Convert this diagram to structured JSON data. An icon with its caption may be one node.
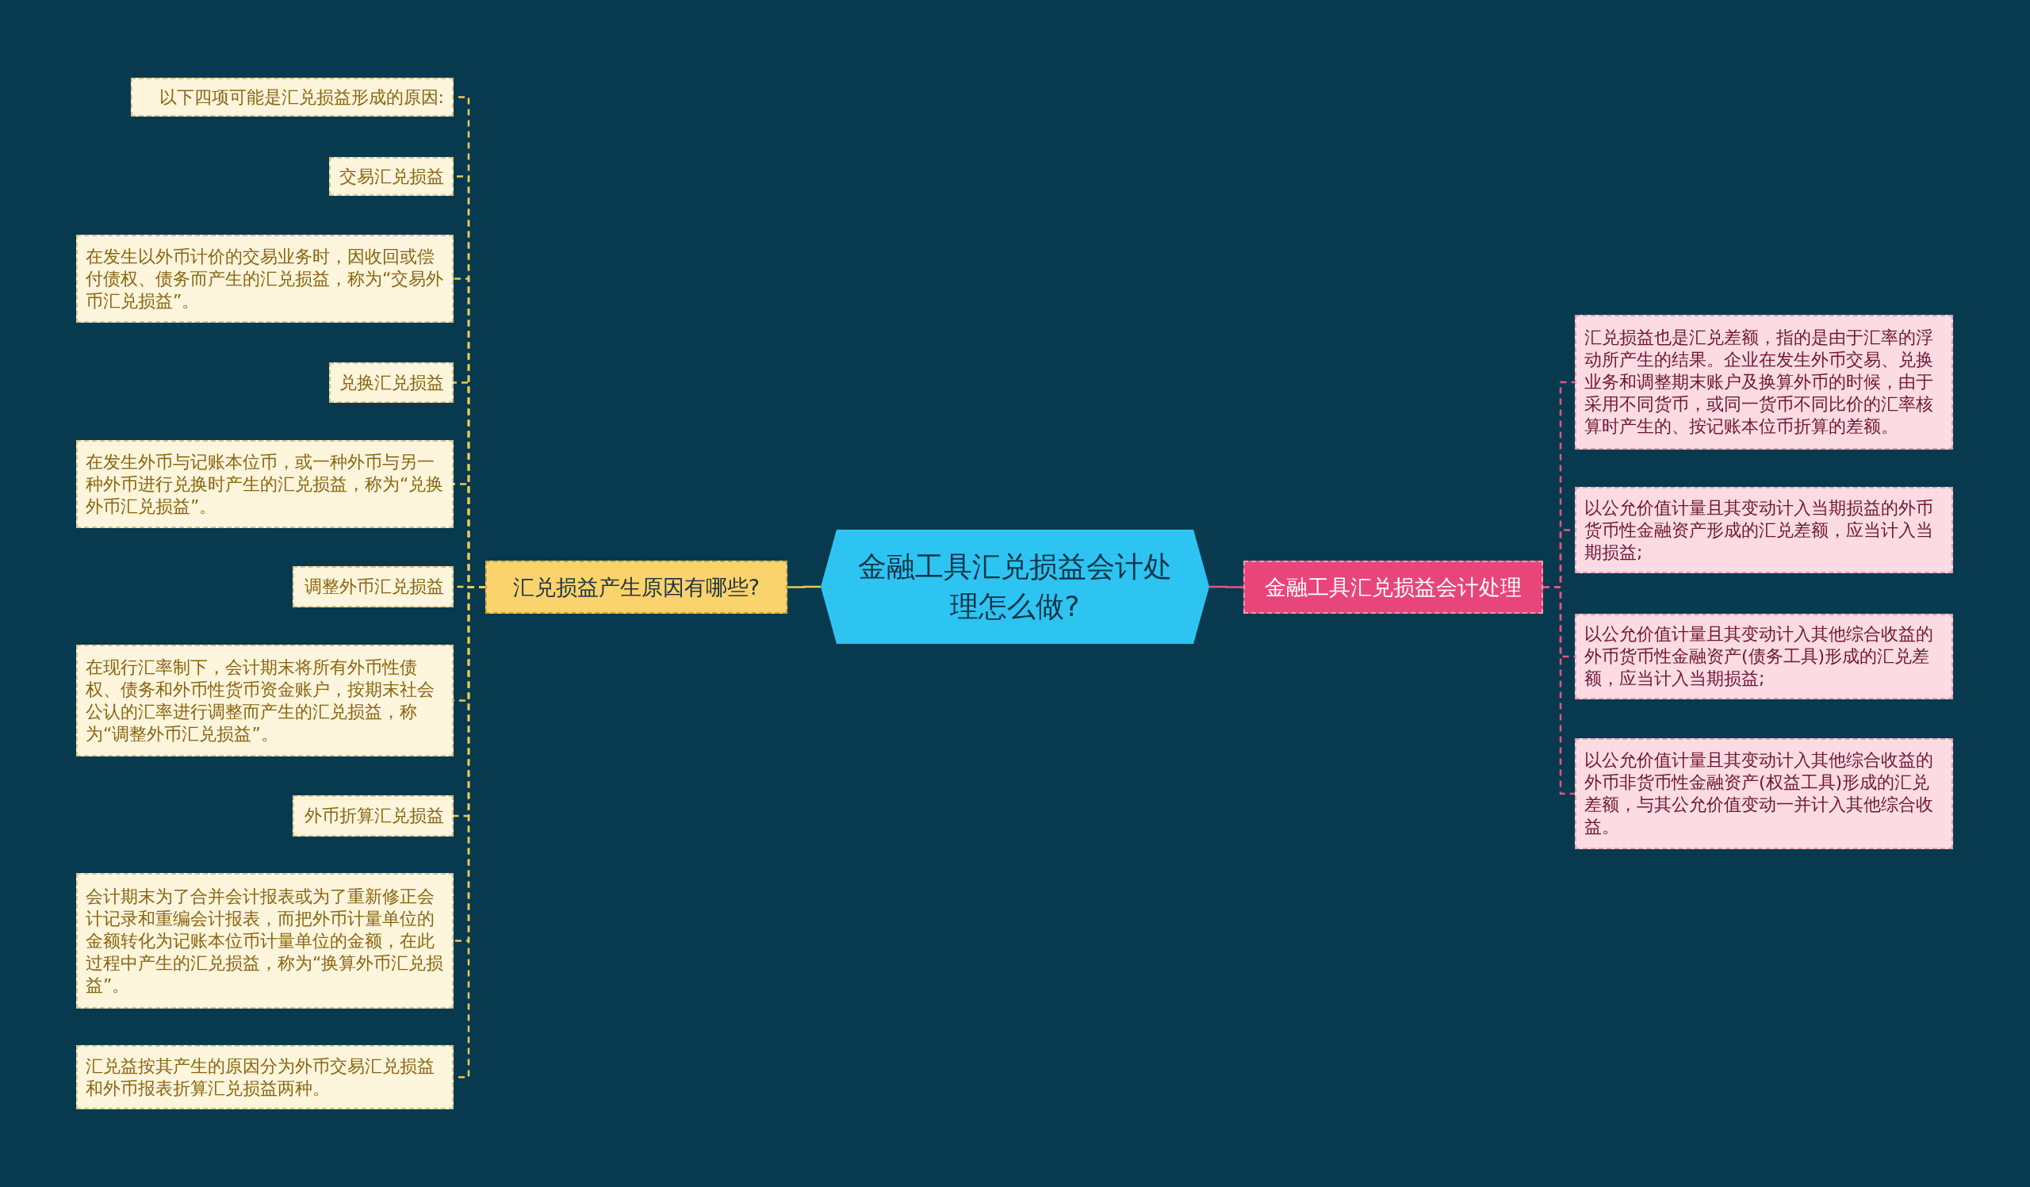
{
  "diagram": {
    "nodes": [
      {
        "text": [
          "金融工具汇兑损益会计处理怎么做?"
        ]
      },
      {
        "text": [
          "汇兑损益产生原因有哪些?"
        ]
      },
      {
        "text": [
          "以下四项可能是汇兑损益形成的原因:"
        ]
      },
      {
        "text": [
          "交易汇兑损益"
        ]
      },
      {
        "text": [
          "在发生以外币计价的交易业务时，因收回或偿付债权、债务而产生的汇兑损益，称为“交易外币汇兑损益”。"
        ]
      },
      {
        "text": [
          "兑换汇兑损益"
        ]
      },
      {
        "text": [
          "在发生外币与记账本位币，或一种外币与另一种外币进行兑换时产生的汇兑损益，称为“兑换外币汇兑损益”。"
        ]
      },
      {
        "text": [
          "调整外币汇兑损益"
        ]
      },
      {
        "text": [
          "在现行汇率制下，会计期末将所有外币性债权、债务和外币性货币资金账户，按期末社会公认的汇率进行调整而产生的汇兑损益，称为“调整外币汇兑损益”。"
        ]
      },
      {
        "text": [
          "外币折算汇兑损益"
        ]
      },
      {
        "text": [
          "会计期末为了合并会计报表或为了重新修正会计记录和重编会计报表，而把外币计量单位的金额转化为记账本位币计量单位的金额，在此过程中产生的汇兑损益，称为“换算外币汇兑损益”。"
        ]
      },
      {
        "text": [
          "汇兑益按其产生的原因分为外币交易汇兑损益和外币报表折算汇兑损益两种。"
        ]
      },
      {
        "text": [
          "金融工具汇兑损益会计处理"
        ]
      },
      {
        "text": [
          "汇兑损益也是汇兑差额，指的是由于汇率的浮动所产生的结果。企业在发生外币交易、兑换业务和调整期末账户及换算外币的时候，由于采用不同货币，或同一货币不同比价的汇率核算时产生的、按记账本位币折算的差额。"
        ]
      },
      {
        "text": [
          "以公允价值计量且其变动计入当期损益的外币货币性金融资产形成的汇兑差额，应当计入当期损益;"
        ]
      },
      {
        "text": [
          "以公允价值计量且其变动计入其他综合收益的外币货币性金融资产(债务工具)形成的汇兑差额，应当计入当期损益;"
        ]
      },
      {
        "text": [
          "以公允价值计量且其变动计入其他综合收益的外币非货币性金融资产(权益工具)形成的汇兑差额，与其公允价值变动一并计入其他综合收益。"
        ]
      }
    ],
    "edges": [
      {
        "from": 0,
        "to": 1,
        "arrow": "none"
      },
      {
        "from": 1,
        "to": 2,
        "arrow": "none",
        "style": "dashed"
      },
      {
        "from": 1,
        "to": 3,
        "arrow": "none",
        "style": "dashed"
      },
      {
        "from": 1,
        "to": 4,
        "arrow": "none",
        "style": "dashed"
      },
      {
        "from": 1,
        "to": 5,
        "arrow": "none",
        "style": "dashed"
      },
      {
        "from": 1,
        "to": 6,
        "arrow": "none",
        "style": "dashed"
      },
      {
        "from": 1,
        "to": 7,
        "arrow": "none",
        "style": "dashed"
      },
      {
        "from": 1,
        "to": 8,
        "arrow": "none",
        "style": "dashed"
      },
      {
        "from": 1,
        "to": 9,
        "arrow": "none",
        "style": "dashed"
      },
      {
        "from": 1,
        "to": 10,
        "arrow": "none",
        "style": "dashed"
      },
      {
        "from": 1,
        "to": 11,
        "arrow": "none",
        "style": "dashed"
      },
      {
        "from": 0,
        "to": 12,
        "arrow": "none",
        "color": "#e8547f"
      },
      {
        "from": 12,
        "to": 13,
        "arrow": "none",
        "style": "dashed",
        "color": "#e8547f"
      },
      {
        "from": 12,
        "to": 14,
        "arrow": "none",
        "style": "dashed",
        "color": "#e8547f"
      },
      {
        "from": 12,
        "to": 15,
        "arrow": "none",
        "style": "dashed",
        "color": "#e8547f"
      },
      {
        "from": 12,
        "to": 16,
        "arrow": "none",
        "style": "dashed",
        "color": "#e8547f"
      }
    ]
  }
}
